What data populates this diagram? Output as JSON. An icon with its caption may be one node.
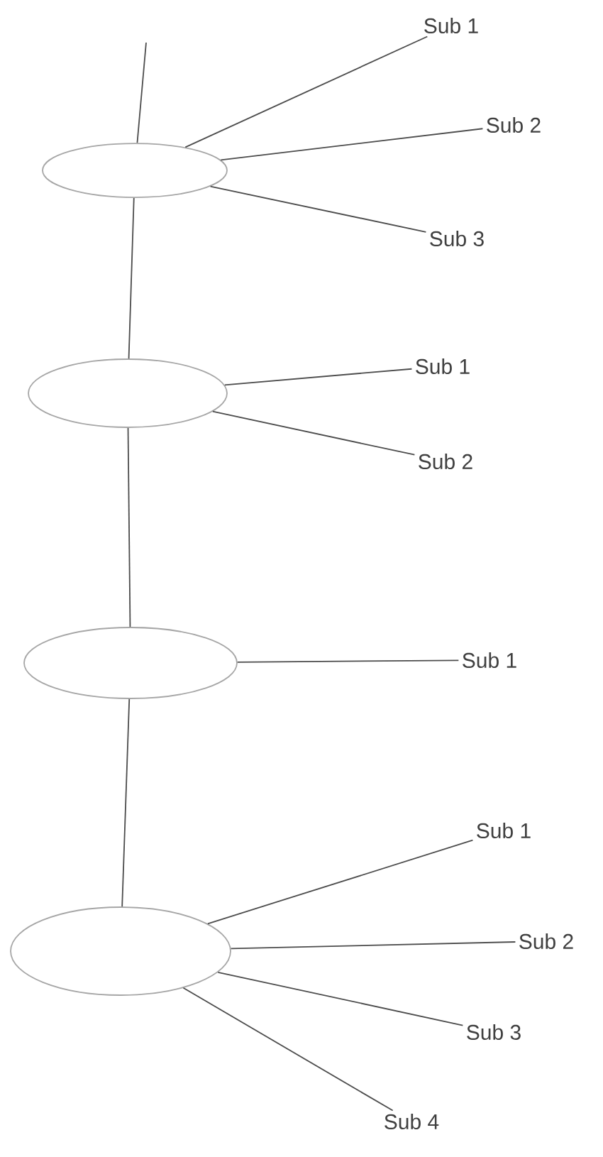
{
  "diagram": {
    "nodes": [
      {
        "text": [],
        "shape": "ellipse"
      },
      {
        "text": [
          "Sub 1"
        ]
      },
      {
        "text": [
          "Sub 2"
        ]
      },
      {
        "text": [
          "Sub 3"
        ]
      },
      {
        "text": [],
        "shape": "ellipse"
      },
      {
        "text": [
          "Sub 1"
        ]
      },
      {
        "text": [
          "Sub 2"
        ]
      },
      {
        "text": [],
        "shape": "ellipse"
      },
      {
        "text": [
          "Sub 1"
        ]
      },
      {
        "text": [],
        "shape": "ellipse"
      },
      {
        "text": [
          "Sub 1"
        ]
      },
      {
        "text": [
          "Sub 2"
        ]
      },
      {
        "text": [
          "Sub 3"
        ]
      },
      {
        "text": [
          "Sub 4"
        ]
      }
    ],
    "edges": [
      {
        "from": null,
        "to": 0,
        "arrow": "none"
      },
      {
        "from": 0,
        "to": 1,
        "arrow": "none"
      },
      {
        "from": 0,
        "to": 2,
        "arrow": "none"
      },
      {
        "from": 0,
        "to": 3,
        "arrow": "none"
      },
      {
        "from": 0,
        "to": 4,
        "arrow": "none"
      },
      {
        "from": 4,
        "to": 5,
        "arrow": "none"
      },
      {
        "from": 4,
        "to": 6,
        "arrow": "none"
      },
      {
        "from": 4,
        "to": 7,
        "arrow": "none"
      },
      {
        "from": 7,
        "to": 8,
        "arrow": "none"
      },
      {
        "from": 7,
        "to": 9,
        "arrow": "none"
      },
      {
        "from": 9,
        "to": 10,
        "arrow": "none"
      },
      {
        "from": 9,
        "to": 11,
        "arrow": "none"
      },
      {
        "from": 9,
        "to": 12,
        "arrow": "none"
      },
      {
        "from": 9,
        "to": 13,
        "arrow": "none"
      }
    ]
  }
}
